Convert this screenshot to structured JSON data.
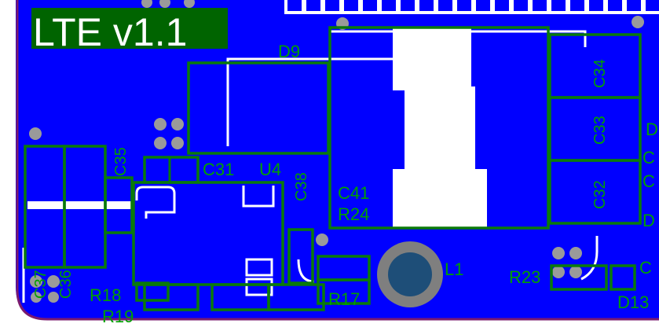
{
  "board": {
    "title": "LTE v1.1",
    "colors": {
      "copper": "#0000ff",
      "silkscreen": "#00a000",
      "silk_outline": "#0a7a0a",
      "exposed": "#ffffff",
      "board_edge": "#7a1a6e",
      "via": "#9a9a9a",
      "inductor_core": "#1e4e78",
      "inductor_ring": "#7f7f7f"
    }
  },
  "labels": {
    "d9": "D9",
    "c35": "C35",
    "c31": "C31",
    "u4": "U4",
    "c38": "C38",
    "c41": "C41",
    "r24": "R24",
    "l1": "L1",
    "r18": "R18",
    "r19": "R19",
    "r17": "R17",
    "c34": "C34",
    "c33": "C33",
    "c32": "C32",
    "r23": "R23",
    "d13": "D13",
    "c37": "C37",
    "c36": "C36",
    "edge_d_top": "D",
    "edge_c_1": "C",
    "edge_c_2": "C",
    "edge_d_mid": "D",
    "edge_c_3": "C"
  }
}
